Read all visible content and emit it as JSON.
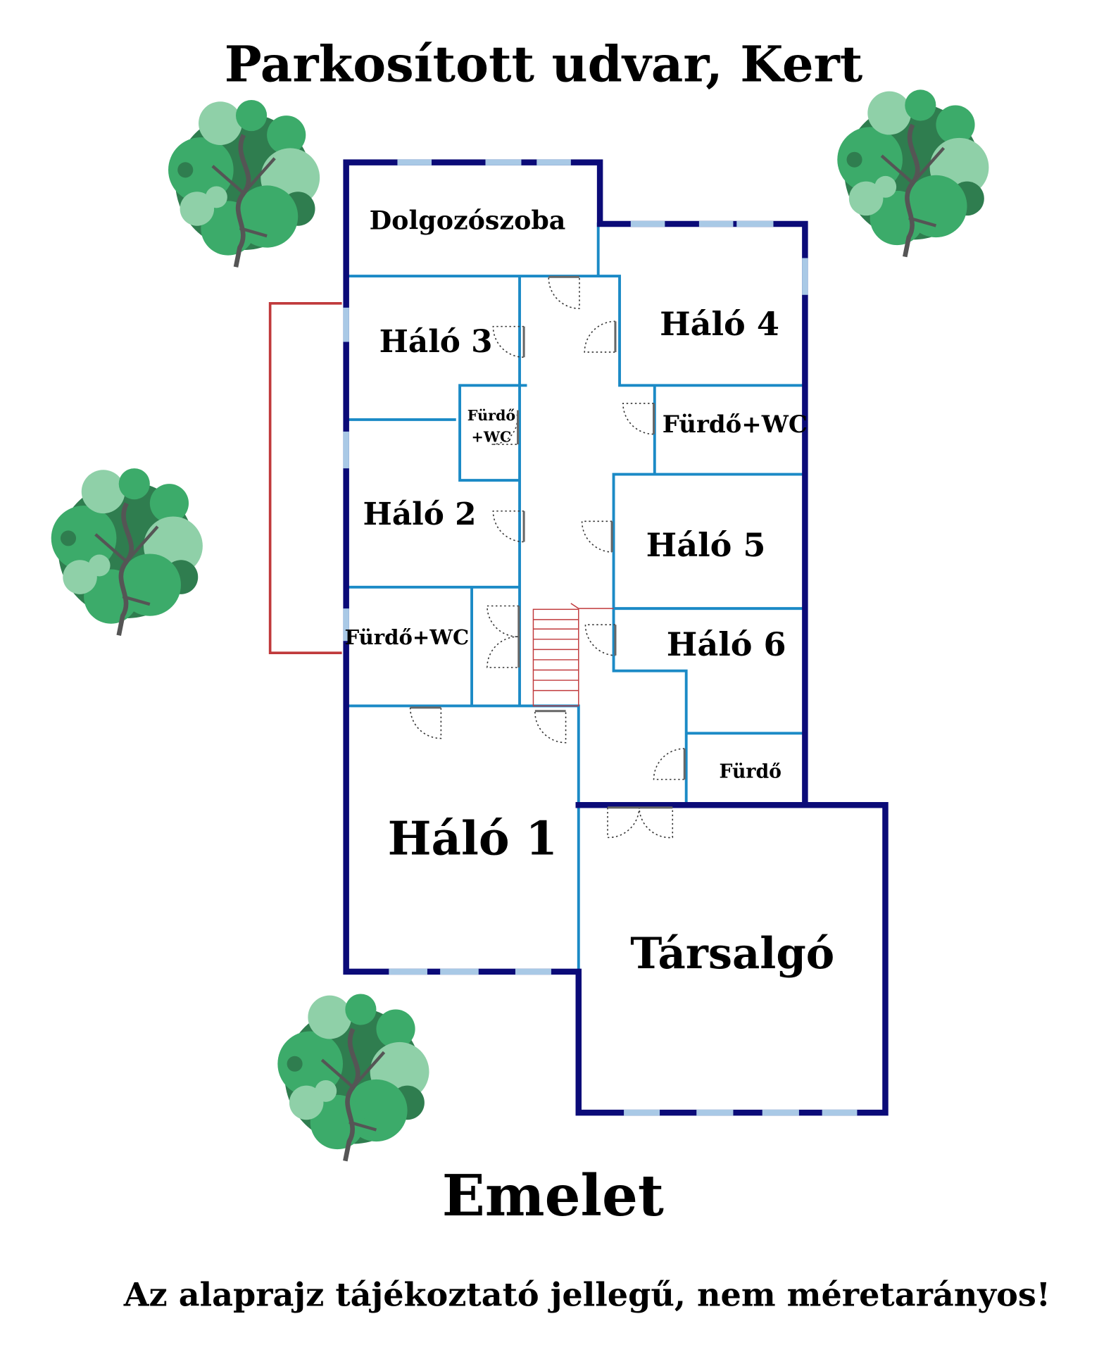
{
  "title": "Parkosított udvar, Kert",
  "rooms": {
    "dolgozoszoba": "Dolgozószoba",
    "halo1": "Háló 1",
    "halo2": "Háló 2",
    "halo3": "Háló 3",
    "halo4": "Háló 4",
    "halo5": "Háló 5",
    "halo6": "Háló 6",
    "furdo_wc_small_line1": "Fürdő",
    "furdo_wc_small_line2": "+WC",
    "furdo_wc_right": "Fürdő+WC",
    "furdo_wc_left": "Fürdő+WC",
    "furdo": "Fürdő",
    "tarsalgo": "Társalgó"
  },
  "floor_label": "Emelet",
  "disclaimer": "Az alaprajz tájékoztató jellegű, nem méretarányos!",
  "colors": {
    "outer_wall": "#0b0b78",
    "inner_wall": "#1b8ac6",
    "window": "#a9c9e6",
    "balcony": "#c0393b",
    "tree_dark": "#2f7d4f",
    "tree_mid": "#3cab6a",
    "tree_light": "#8fd0a8"
  }
}
